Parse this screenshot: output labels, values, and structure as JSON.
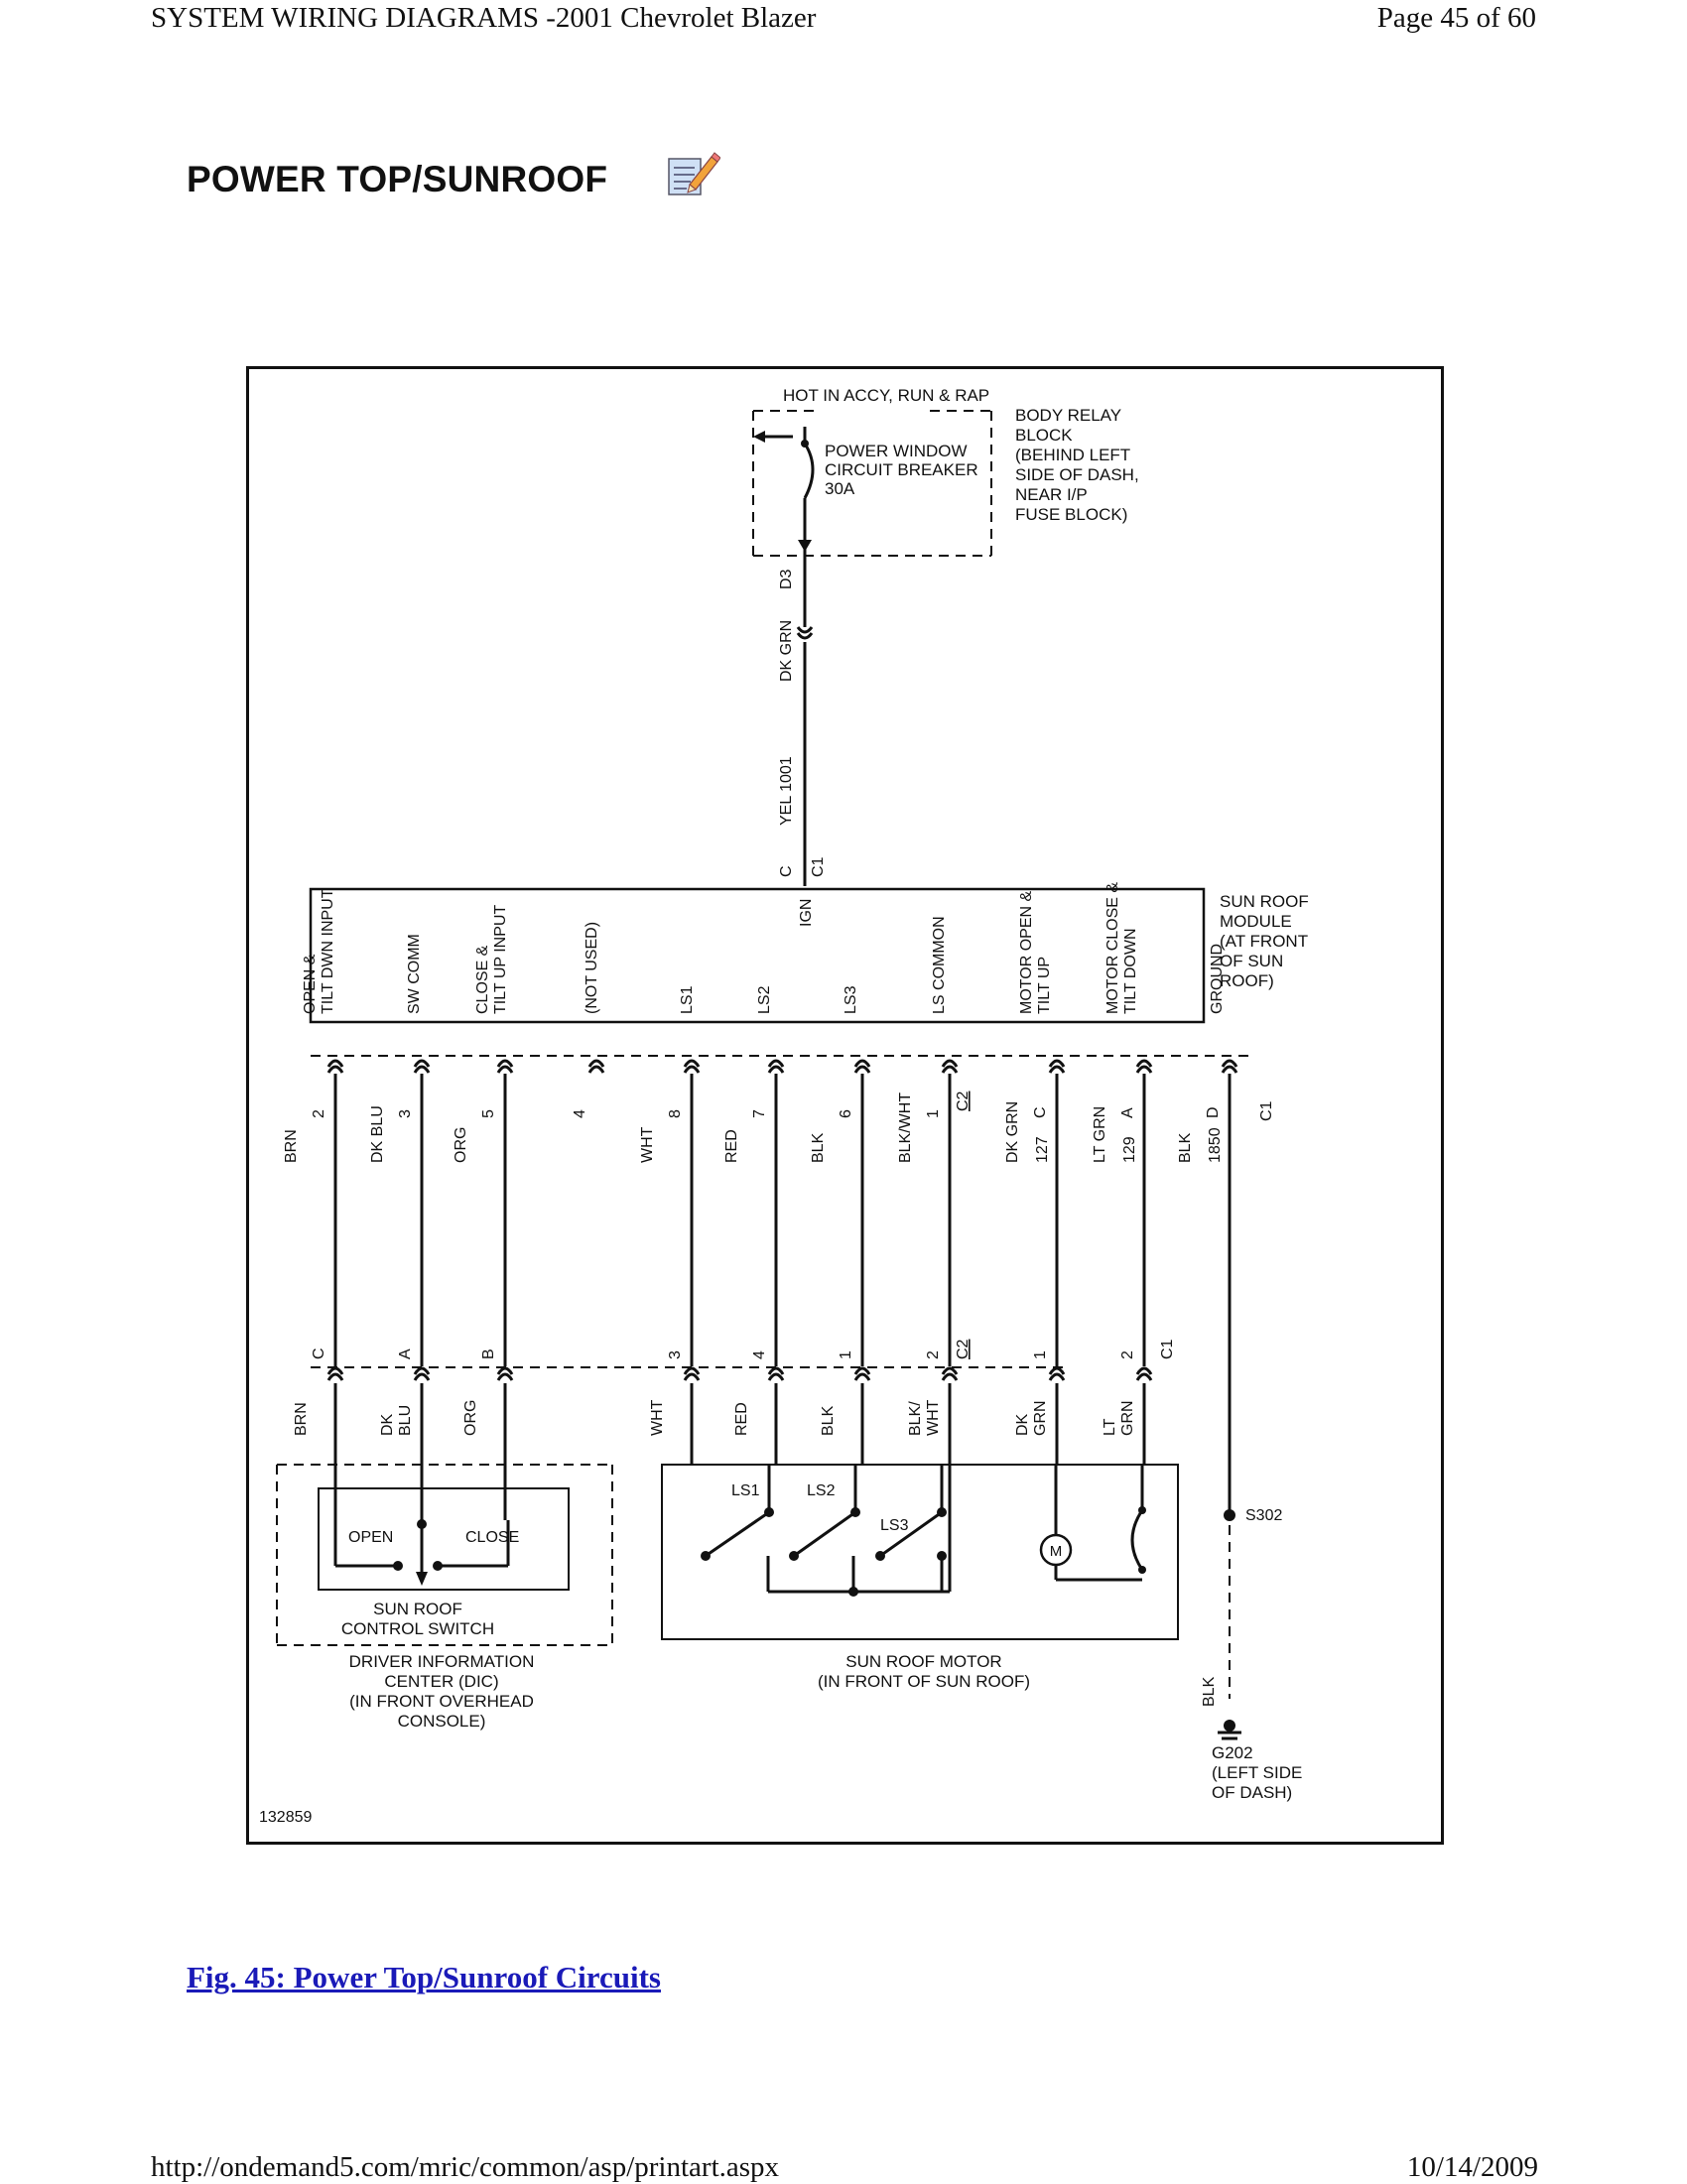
{
  "header": {
    "left": "SYSTEM WIRING DIAGRAMS -2001 Chevrolet Blazer",
    "right": "Page 45 of 60"
  },
  "title": "POWER TOP/SUNROOF",
  "title_icon": "note-edit-icon",
  "diagram": {
    "figure_number": "132859",
    "power_source": {
      "hot_label": "HOT IN ACCY, RUN & RAP",
      "breaker_lines": [
        "POWER WINDOW",
        "CIRCUIT BREAKER",
        "30A"
      ],
      "block_lines": [
        "BODY RELAY",
        "BLOCK",
        "(BEHIND LEFT",
        "SIDE OF DASH,",
        "NEAR I/P",
        "FUSE BLOCK)"
      ],
      "terminal": "D3",
      "wire_upper": "DK GRN",
      "wire_lower": "YEL 1001",
      "module_pin": "C",
      "connector": "C1"
    },
    "module": {
      "label_lines": [
        "SUN ROOF",
        "MODULE",
        "(AT FRONT",
        "OF SUN",
        "ROOF)"
      ],
      "ign_label": "IGN",
      "pins": [
        {
          "label_lines": [
            "OPEN &",
            "TILT DWN INPUT"
          ],
          "pin": "2",
          "wire": "BRN",
          "circuit": "",
          "far_pin": "C",
          "end_label_lines": [
            "BRN"
          ]
        },
        {
          "label_lines": [
            "SW COMM"
          ],
          "pin": "3",
          "wire": "DK BLU",
          "circuit": "",
          "far_pin": "A",
          "end_label_lines": [
            "DK",
            "BLU"
          ]
        },
        {
          "label_lines": [
            "CLOSE &",
            "TILT UP INPUT"
          ],
          "pin": "5",
          "wire": "ORG",
          "circuit": "",
          "far_pin": "B",
          "end_label_lines": [
            "ORG"
          ]
        },
        {
          "label_lines": [
            "(NOT USED)"
          ],
          "pin": "4",
          "wire": "",
          "circuit": "",
          "far_pin": "",
          "end_label_lines": []
        },
        {
          "label_lines": [
            "LS1"
          ],
          "pin": "8",
          "wire": "WHT",
          "circuit": "",
          "far_pin": "3",
          "end_label_lines": [
            "WHT"
          ]
        },
        {
          "label_lines": [
            "LS2"
          ],
          "pin": "7",
          "wire": "RED",
          "circuit": "",
          "far_pin": "4",
          "end_label_lines": [
            "RED"
          ]
        },
        {
          "label_lines": [
            "LS3"
          ],
          "pin": "6",
          "wire": "BLK",
          "circuit": "",
          "far_pin": "1",
          "end_label_lines": [
            "BLK"
          ]
        },
        {
          "label_lines": [
            "LS COMMON"
          ],
          "pin": "1",
          "wire": "BLK/WHT",
          "circuit": "",
          "far_pin": "2",
          "end_label_lines": [
            "BLK/",
            "WHT"
          ]
        },
        {
          "label_lines": [
            "MOTOR OPEN &",
            "TILT UP"
          ],
          "pin": "C",
          "wire": "DK GRN",
          "circuit": "127",
          "far_pin": "1",
          "end_label_lines": [
            "DK",
            "GRN"
          ]
        },
        {
          "label_lines": [
            "MOTOR CLOSE &",
            "TILT DOWN"
          ],
          "pin": "A",
          "wire": "LT GRN",
          "circuit": "129",
          "far_pin": "2",
          "end_label_lines": [
            "LT",
            "GRN"
          ]
        },
        {
          "label_lines": [
            "GROUND"
          ],
          "pin": "D",
          "wire": "BLK",
          "circuit": "1850",
          "far_pin": "",
          "end_label_lines": []
        }
      ],
      "connector_c2": "C2",
      "connector_c1": "C1"
    },
    "far_connectors": {
      "c2": "C2",
      "c1": "C1"
    },
    "switch": {
      "open": "OPEN",
      "close": "CLOSE",
      "name_lines": [
        "SUN ROOF",
        "CONTROL SWITCH"
      ],
      "dic_lines": [
        "DRIVER INFORMATION",
        "CENTER (DIC)",
        "(IN FRONT OVERHEAD",
        "CONSOLE)"
      ]
    },
    "motor": {
      "ls1": "LS1",
      "ls2": "LS2",
      "ls3": "LS3",
      "m": "M",
      "name_lines": [
        "SUN ROOF MOTOR",
        "(IN FRONT OF SUN ROOF)"
      ]
    },
    "ground": {
      "splice": "S302",
      "wire": "BLK",
      "lines": [
        "G202",
        "(LEFT SIDE",
        "OF DASH)"
      ]
    }
  },
  "caption": "Fig. 45: Power Top/Sunroof Circuits",
  "footer": {
    "left": "http://ondemand5.com/mric/common/asp/printart.aspx",
    "right": "10/14/2009"
  }
}
